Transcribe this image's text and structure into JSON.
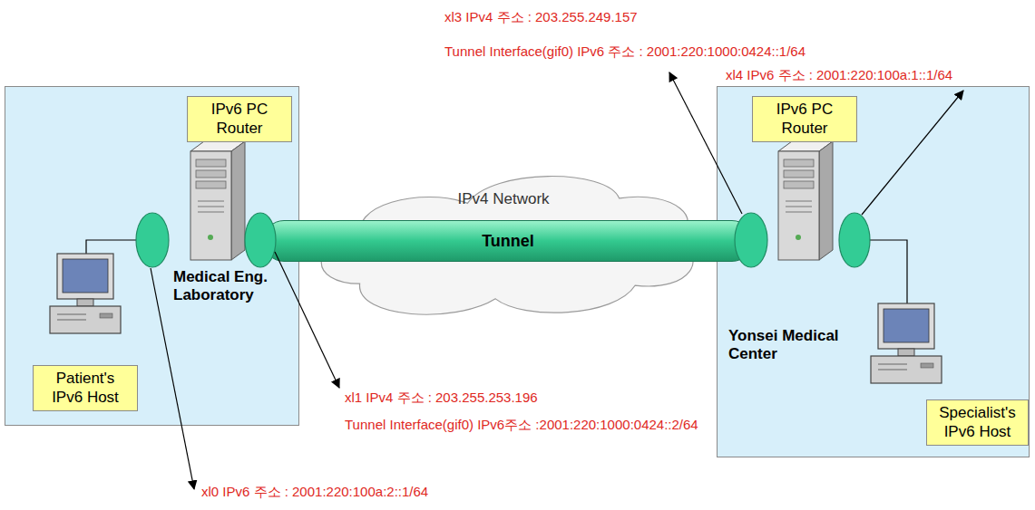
{
  "diagram": {
    "nodes": [
      {
        "text": [
          "Medical Eng. Laboratory"
        ]
      },
      {
        "text": [
          "IPv6 PC Router"
        ],
        "in": 0
      },
      {
        "text": [
          "Patient's IPv6 Host"
        ],
        "in": 0
      },
      {
        "text": [
          "IPv4 Network"
        ]
      },
      {
        "text": [
          "Tunnel"
        ]
      },
      {
        "text": [
          "Yonsei Medical Center"
        ]
      },
      {
        "text": [
          "IPv6 PC Router"
        ],
        "in": 5
      },
      {
        "text": [
          "Specialist's IPv6 Host"
        ],
        "in": 5
      }
    ],
    "labels": [
      "xl3 IPv4 주소 : 203.255.249.157",
      "Tunnel Interface(gif0) IPv6 주소 : 2001:220:1000:0424::1/64",
      "xl4 IPv6 주소 : 2001:220:100a:1::1/64",
      "xl1 IPv4 주소 : 203.255.253.196",
      "Tunnel Interface(gif0) IPv6주소 :2001:220:1000:0424::2/64",
      "xl0 IPv6 주소 : 2001:220:100a:2::1/64"
    ]
  }
}
